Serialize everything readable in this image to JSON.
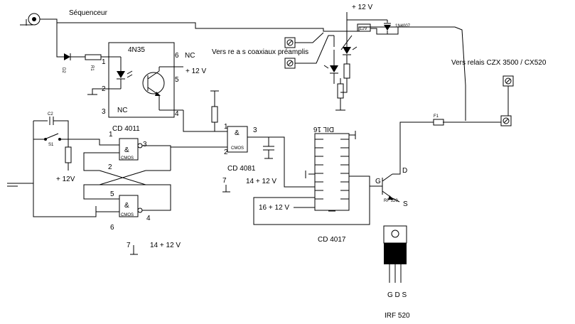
{
  "labels": {
    "sequencer": "Séquenceur",
    "opto_name": "4N35",
    "opto_pin6": "6",
    "opto_nc_top": "NC",
    "opto_pin1": "1",
    "opto_pin2": "2",
    "opto_pin3": "3",
    "opto_pin4": "4",
    "opto_pin5": "5",
    "opto_nc_bottom": "NC",
    "opto_supply": "+ 12 V",
    "coax_relays": "Vers re a s coaxiaux préamplis",
    "top_supply": "+ 12 V",
    "relay_box": "12V",
    "diode_top": "1N4007",
    "czx_relays": "Vers relais CZX 3500 / CX520",
    "fuse": "F1",
    "nand_name": "CD 4011",
    "nand_pin1": "1",
    "nand_pin3": "3",
    "nand_pin2": "2",
    "nand_pin5": "5",
    "nand_pin4": "4",
    "nand_pin6": "6",
    "nand_pin7": "7",
    "nand_supply": "14 + 12 V",
    "left_supply": "+ 12V",
    "and_name": "CD 4081",
    "and_pin1": "1",
    "and_pin2": "2",
    "and_pin3": "3",
    "and_pin7": "7",
    "and_supply": "14 + 12 V",
    "dil_name": "DIL 16",
    "counter_name": "CD 4017",
    "counter_supply": "16 + 12 V",
    "mosfet_g": "G",
    "mosfet_d": "D",
    "mosfet_s": "S",
    "package_pins": "G D S",
    "mosfet_name": "IRF 520",
    "c2": "C2",
    "s1": "S1",
    "d2": "D2",
    "r_small": "R1"
  },
  "colors": {
    "ink": "#000000",
    "paper": "#ffffff"
  }
}
